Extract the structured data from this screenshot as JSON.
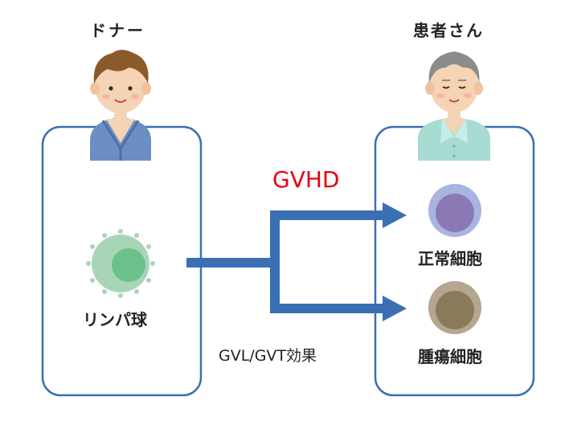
{
  "donor": {
    "title": "ドナー",
    "cell_label": "リンパ球"
  },
  "patient": {
    "title": "患者さん",
    "normal_cell_label": "正常細胞",
    "tumor_cell_label": "腫瘍細胞"
  },
  "arrows": {
    "upper_label": "GVHD",
    "lower_label": "GVL/GVT効果"
  },
  "colors": {
    "box_border": "#3a6fb3",
    "arrow": "#3a6fb3",
    "gvhd_text": "#e60012",
    "lymphocyte_outer": "#a8d5b7",
    "lymphocyte_inner": "#6cc18a",
    "normal_outer": "#a9b4e0",
    "normal_inner": "#8a79b5",
    "tumor_outer": "#b5a68f",
    "tumor_inner": "#8a7a5c"
  },
  "icons": {
    "donor": "young-man-avatar-icon",
    "patient": "elderly-man-avatar-icon"
  }
}
